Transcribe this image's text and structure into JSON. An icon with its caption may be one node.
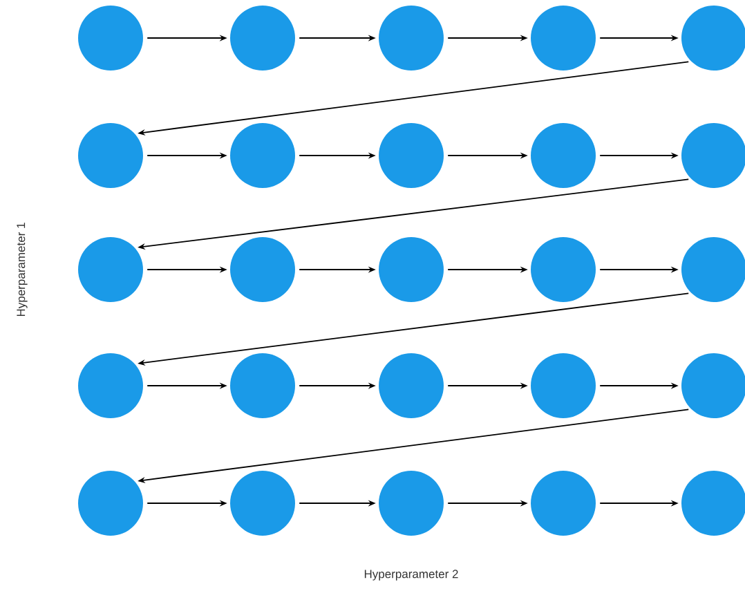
{
  "diagram": {
    "nodes": [
      {
        "text": [],
        "shape": "circle"
      },
      {
        "text": [],
        "shape": "circle"
      },
      {
        "text": [],
        "shape": "circle"
      },
      {
        "text": [],
        "shape": "circle"
      },
      {
        "text": [],
        "shape": "circle"
      },
      {
        "text": [],
        "shape": "circle"
      },
      {
        "text": [],
        "shape": "circle"
      },
      {
        "text": [],
        "shape": "circle"
      },
      {
        "text": [],
        "shape": "circle"
      },
      {
        "text": [],
        "shape": "circle"
      },
      {
        "text": [],
        "shape": "circle"
      },
      {
        "text": [],
        "shape": "circle"
      },
      {
        "text": [],
        "shape": "circle"
      },
      {
        "text": [],
        "shape": "circle"
      },
      {
        "text": [],
        "shape": "circle"
      },
      {
        "text": [],
        "shape": "circle"
      },
      {
        "text": [],
        "shape": "circle"
      },
      {
        "text": [],
        "shape": "circle"
      },
      {
        "text": [],
        "shape": "circle"
      },
      {
        "text": [],
        "shape": "circle"
      },
      {
        "text": [],
        "shape": "circle"
      },
      {
        "text": [],
        "shape": "circle"
      },
      {
        "text": [],
        "shape": "circle"
      },
      {
        "text": [],
        "shape": "circle"
      },
      {
        "text": [],
        "shape": "circle"
      }
    ],
    "edges": [
      {
        "from": 0,
        "to": 1,
        "arrow": "to"
      },
      {
        "from": 1,
        "to": 2,
        "arrow": "to"
      },
      {
        "from": 2,
        "to": 3,
        "arrow": "to"
      },
      {
        "from": 3,
        "to": 4,
        "arrow": "to"
      },
      {
        "from": 4,
        "to": 5,
        "arrow": "to"
      },
      {
        "from": 5,
        "to": 6,
        "arrow": "to"
      },
      {
        "from": 6,
        "to": 7,
        "arrow": "to"
      },
      {
        "from": 7,
        "to": 8,
        "arrow": "to"
      },
      {
        "from": 8,
        "to": 9,
        "arrow": "to"
      },
      {
        "from": 9,
        "to": 10,
        "arrow": "to"
      },
      {
        "from": 10,
        "to": 11,
        "arrow": "to"
      },
      {
        "from": 11,
        "to": 12,
        "arrow": "to"
      },
      {
        "from": 12,
        "to": 13,
        "arrow": "to"
      },
      {
        "from": 13,
        "to": 14,
        "arrow": "to"
      },
      {
        "from": 14,
        "to": 15,
        "arrow": "to"
      },
      {
        "from": 15,
        "to": 16,
        "arrow": "to"
      },
      {
        "from": 16,
        "to": 17,
        "arrow": "to"
      },
      {
        "from": 17,
        "to": 18,
        "arrow": "to"
      },
      {
        "from": 18,
        "to": 19,
        "arrow": "to"
      },
      {
        "from": 19,
        "to": 20,
        "arrow": "to"
      },
      {
        "from": 20,
        "to": 21,
        "arrow": "to"
      },
      {
        "from": 21,
        "to": 22,
        "arrow": "to"
      },
      {
        "from": 22,
        "to": 23,
        "arrow": "to"
      },
      {
        "from": 23,
        "to": 24,
        "arrow": "to"
      }
    ],
    "labels": [
      "Hyperparameter 1",
      "Hyperparameter 2"
    ]
  }
}
